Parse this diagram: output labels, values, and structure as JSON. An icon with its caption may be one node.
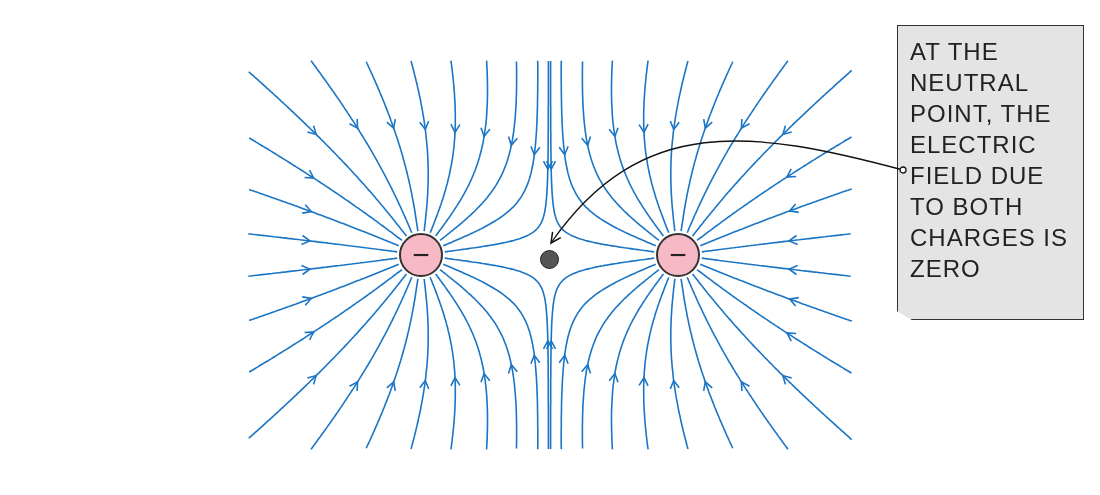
{
  "diagram": {
    "nodes": [
      {
        "text": [
          "AT THE NEUTRAL POINT, THE ELECTRIC FIELD DUE TO BOTH CHARGES IS ZERO"
        ]
      },
      {
        "text": [
          "−"
        ]
      },
      {
        "text": [
          "−"
        ]
      },
      {
        "text": [],
        "shape": "circle"
      }
    ],
    "edges": [
      {
        "from": 0,
        "to": 3,
        "arrow": "to"
      }
    ]
  }
}
